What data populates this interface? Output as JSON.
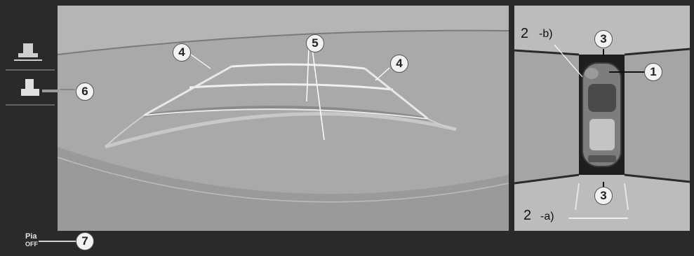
{
  "rear_view": {
    "callouts": [
      "4",
      "5",
      "4",
      "6"
    ]
  },
  "top_view": {
    "callout_2b_num": "2",
    "callout_2b_suffix": "-b)",
    "callout_3_top": "3",
    "callout_1": "1",
    "callout_3_bottom": "3",
    "callout_2a_num": "2",
    "callout_2a_suffix": "-a)"
  },
  "bottom_bar": {
    "pia_line1": "Pia",
    "pia_line2": "OFF",
    "callout_7": "7"
  },
  "colors": {
    "frame": "#2a2a2a",
    "panel": "#a8a8a8",
    "guideline": "#e8e8e8"
  },
  "icons": [
    "sensor-top-icon",
    "sensor-camera-icon",
    "parking-assist-icon"
  ]
}
